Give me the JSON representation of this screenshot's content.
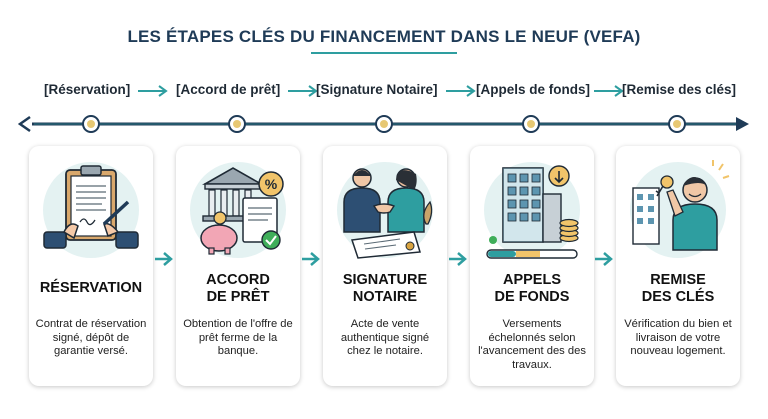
{
  "header": {
    "title": "LES ÉTAPES CLÉS DU FINANCEMENT DANS LE NEUF (VEFA)"
  },
  "steps": [
    {
      "bracket_label": "[Réservation]",
      "title_line1": "RÉSERVATION",
      "title_line2": "",
      "description": "Contrat de réservation signé, dépôt de garantie versé.",
      "icon": "clipboard-signing-icon"
    },
    {
      "bracket_label": "[Accord de prêt]",
      "title_line1": "ACCORD",
      "title_line2": "DE PRÊT",
      "description": "Obtention de l'offre de prêt ferme de la banque.",
      "icon": "bank-loan-icon"
    },
    {
      "bracket_label": "[Signature Notaire]",
      "title_line1": "SIGNATURE",
      "title_line2": "NOTAIRE",
      "description": "Acte de vente authentique signé chez le notaire.",
      "icon": "handshake-icon"
    },
    {
      "bracket_label": "[Appels de fonds]",
      "title_line1": "APPELS",
      "title_line2": "DE FONDS",
      "description": "Versements échelonnés selon l'avancement des des travaux.",
      "icon": "building-coins-icon"
    },
    {
      "bracket_label": "[Remise des clés]",
      "title_line1": "REMISE",
      "title_line2": "DES CLÉS",
      "description": "Vérification du bien et livraison de votre nouveau logement.",
      "icon": "keys-handover-icon"
    }
  ],
  "colors": {
    "accent": "#2e9ea0",
    "navy": "#1f3b57",
    "timeline_dot": "#e7c873",
    "bg_circle": "#e4f2f2"
  }
}
